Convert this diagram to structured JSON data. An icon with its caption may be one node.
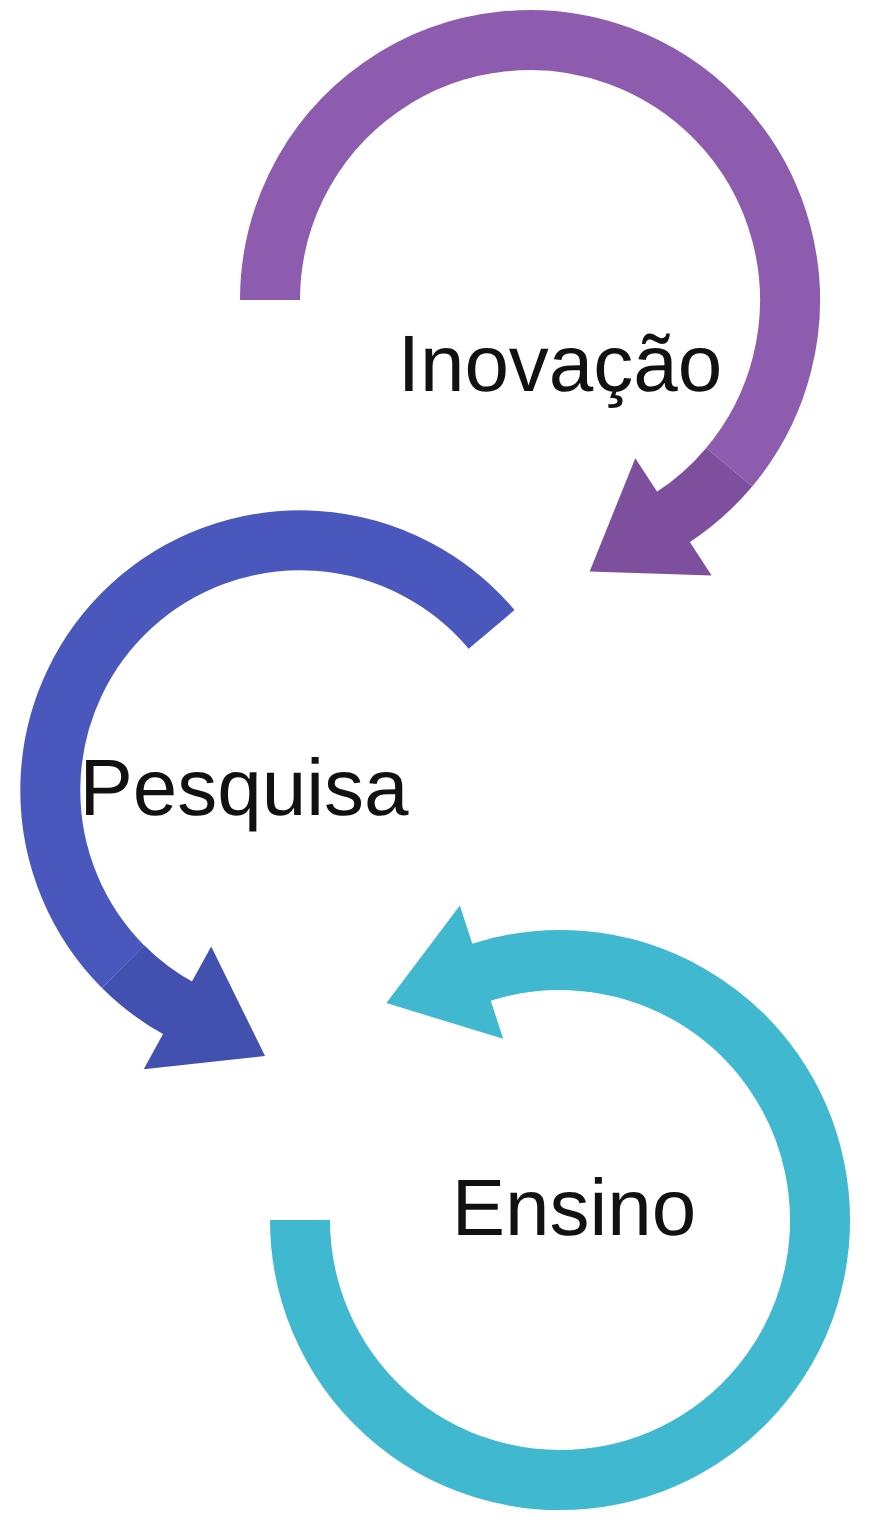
{
  "diagram": {
    "nodes": [
      {
        "text": [
          "Inovação"
        ]
      },
      {
        "text": [
          "Pesquisa"
        ]
      },
      {
        "text": [
          "Ensino"
        ]
      }
    ],
    "edges": [
      {
        "from": 0,
        "to": 1,
        "arrow": "to",
        "color": "#7d4f9c"
      },
      {
        "from": 1,
        "to": 2,
        "arrow": "to",
        "color": "#4250b0"
      }
    ]
  }
}
